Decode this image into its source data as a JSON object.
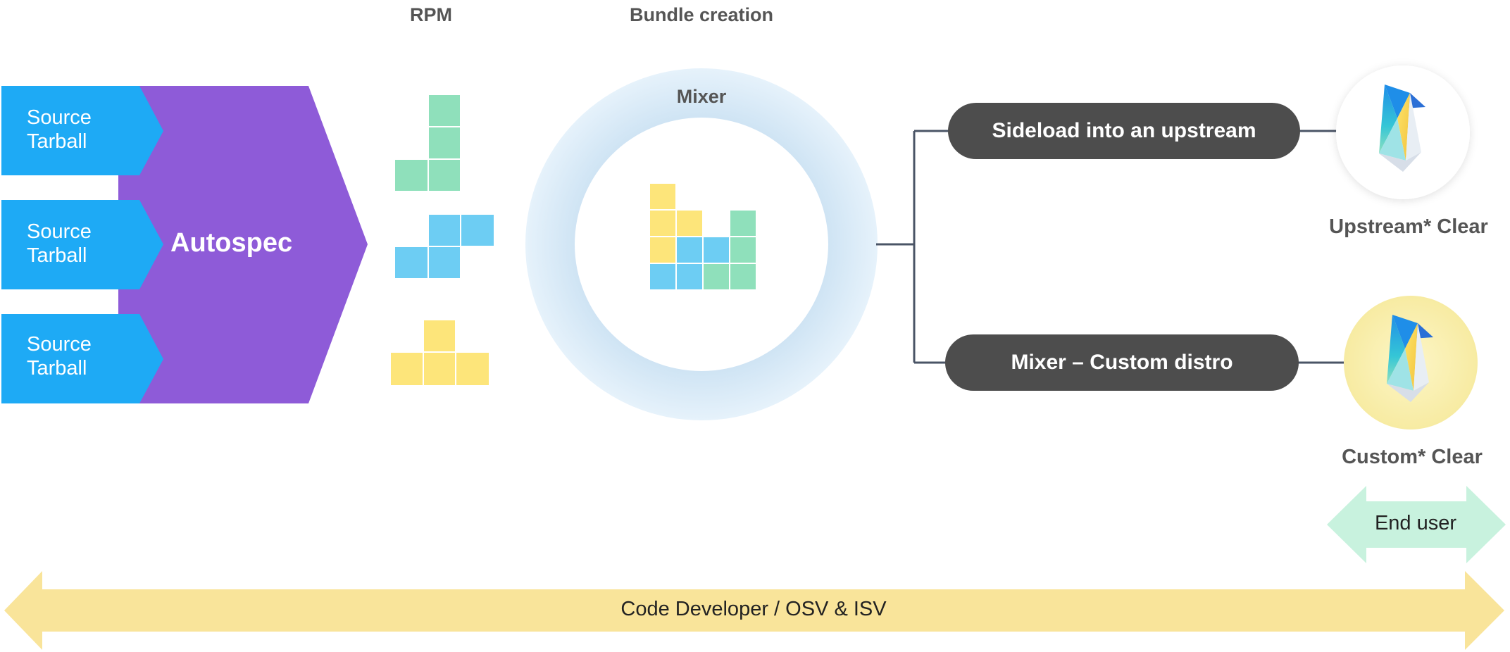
{
  "headers": {
    "rpm": "RPM",
    "bundle": "Bundle creation"
  },
  "sources": [
    {
      "line1": "Source",
      "line2": "Tarball"
    },
    {
      "line1": "Source",
      "line2": "Tarball"
    },
    {
      "line1": "Source",
      "line2": "Tarball"
    }
  ],
  "autospec": {
    "label": "Autospec"
  },
  "mixer": {
    "label": "Mixer"
  },
  "outputs": {
    "upstream_pill": "Sideload into an upstream",
    "custom_pill": "Mixer – Custom distro",
    "upstream_caption": "Upstream* Clear",
    "custom_caption": "Custom* Clear"
  },
  "audience": {
    "end_user": "End user",
    "developer": "Code Developer / OSV & ISV"
  },
  "colors": {
    "source_blue": "#1eaaf5",
    "autospec_purple": "#8e5bd8",
    "rpm_green": "#8fe0bb",
    "rpm_blue": "#6dcdf3",
    "rpm_yellow": "#fde57a",
    "mixer_ring": "#d6ebf8",
    "pill_gray": "#4d4d4d",
    "end_user_arrow": "#c8f2de",
    "developer_arrow": "#f9e49a"
  },
  "icons": [
    "clear-linux-logo-icon"
  ]
}
